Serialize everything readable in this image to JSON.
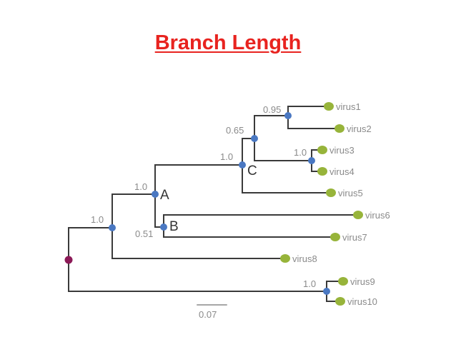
{
  "title": "Branch Length",
  "colors": {
    "title": "#e8231f",
    "branch": "#3a3a3a",
    "internal_node": "#4a78c2",
    "root_node": "#8c1a57",
    "tip_node": "#97b43a",
    "label_gray": "#8a8a8a"
  },
  "tree": {
    "tips": [
      "virus1",
      "virus2",
      "virus3",
      "virus4",
      "virus5",
      "virus6",
      "virus7",
      "virus8",
      "virus9",
      "virus10"
    ],
    "support": {
      "n95": "0.95",
      "n65": "0.65",
      "n34": "1.0",
      "C": "1.0",
      "A": "1.0",
      "B": "0.51",
      "top": "1.0",
      "n910": "1.0"
    },
    "node_names": {
      "A": "A",
      "B": "B",
      "C": "C"
    },
    "scale_bar": "0.07"
  }
}
